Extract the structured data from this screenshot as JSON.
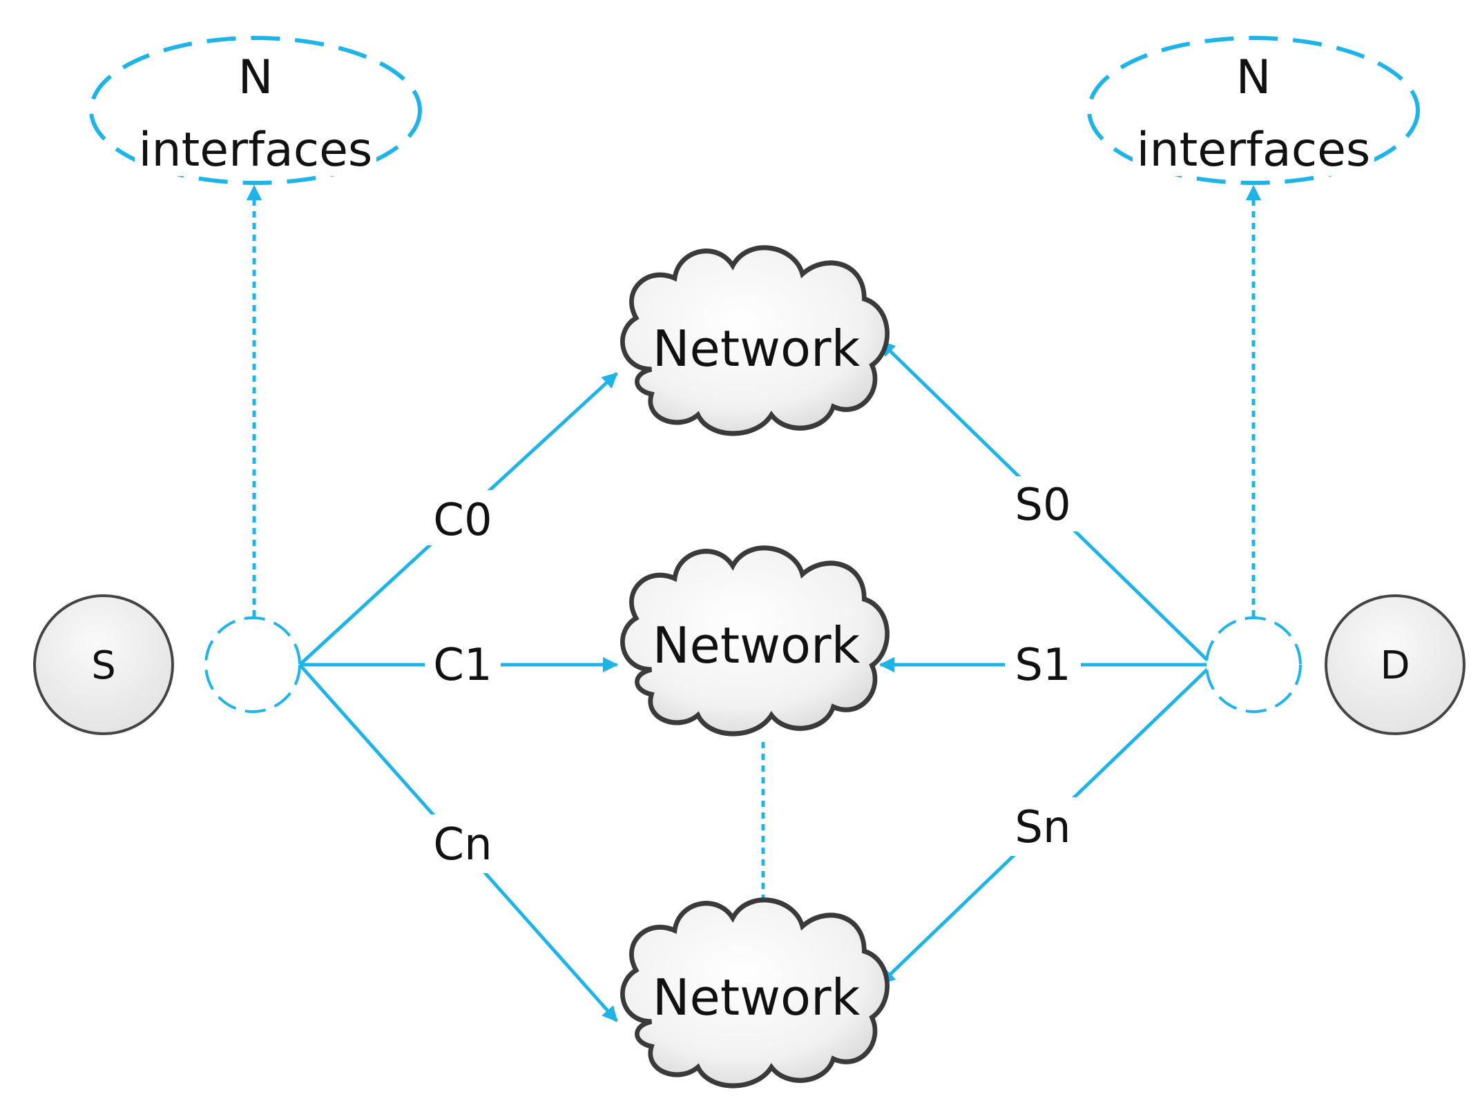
{
  "colors": {
    "accent": "#1fb4e8",
    "cloud_stroke": "#3a3a3a",
    "node_stroke": "#444444",
    "node_fill": "#ececec"
  },
  "nodes": {
    "source": "S",
    "destination": "D"
  },
  "interface_pools": {
    "left": {
      "line1": "N",
      "line2": "interfaces"
    },
    "right": {
      "line1": "N",
      "line2": "interfaces"
    }
  },
  "networks": [
    "Network",
    "Network",
    "Network"
  ],
  "client_links": [
    "C0",
    "C1",
    "Cn"
  ],
  "server_links": [
    "S0",
    "S1",
    "Sn"
  ]
}
